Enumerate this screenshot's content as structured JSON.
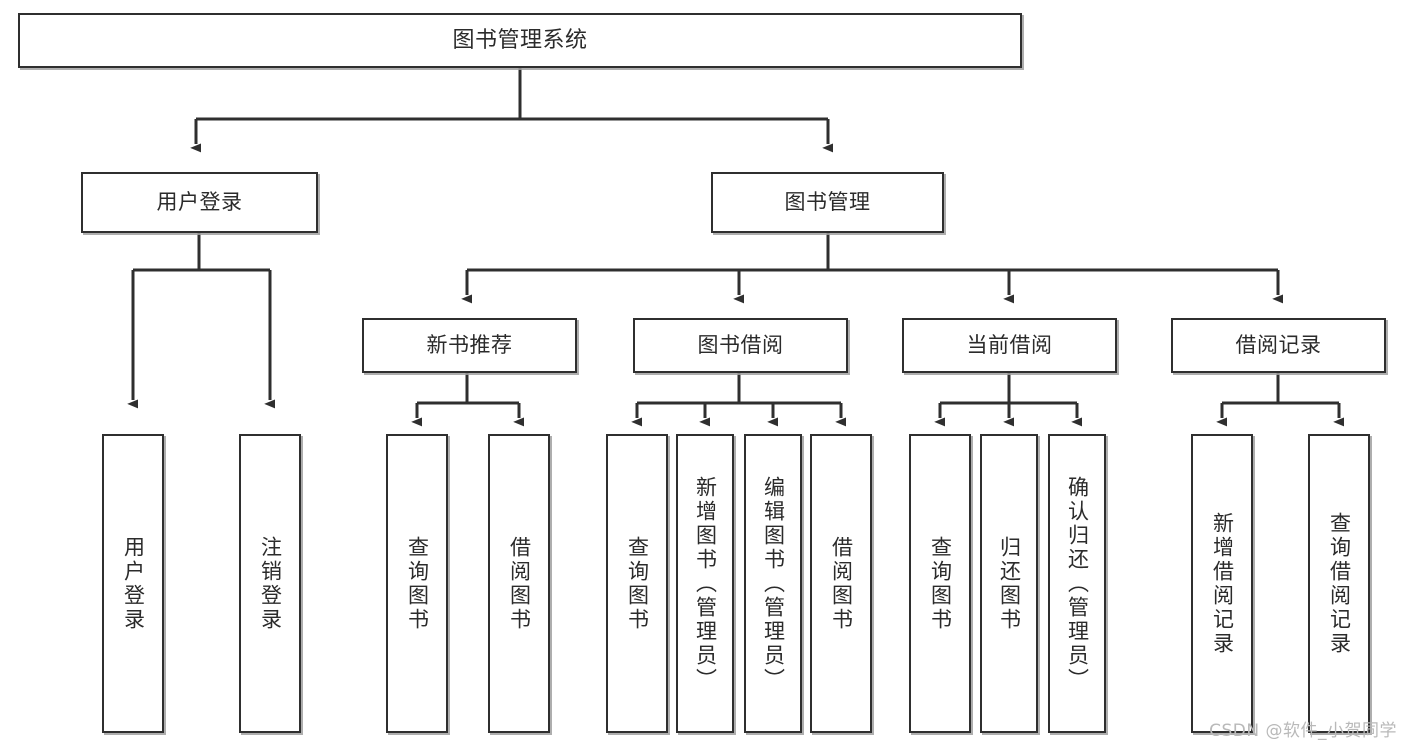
{
  "diagram": {
    "title": "图书管理系统",
    "type": "tree",
    "watermark": "CSDN @软件_小贺同学",
    "colors": {
      "background": "#ffffff",
      "box_border": "#2f2f2f",
      "box_fill": "#ffffff",
      "connector": "#2f2f2f",
      "text": "#2b2b2b",
      "watermark": "#b9b9b9"
    },
    "root": {
      "id": "root",
      "label": "图书管理系统"
    },
    "level2": [
      {
        "id": "user-login",
        "label": "用户登录"
      },
      {
        "id": "book-manage",
        "label": "图书管理"
      }
    ],
    "level3": [
      {
        "id": "new-book-rec",
        "label": "新书推荐",
        "parent": "book-manage"
      },
      {
        "id": "book-borrow",
        "label": "图书借阅",
        "parent": "book-manage"
      },
      {
        "id": "current-borrow",
        "label": "当前借阅",
        "parent": "book-manage"
      },
      {
        "id": "borrow-record",
        "label": "借阅记录",
        "parent": "book-manage"
      }
    ],
    "leaves": [
      {
        "id": "leaf-user-login",
        "label": "用户登录",
        "parent": "user-login"
      },
      {
        "id": "leaf-user-logout",
        "label": "注销登录",
        "parent": "user-login"
      },
      {
        "id": "leaf-query-book-1",
        "label": "查询图书",
        "parent": "new-book-rec"
      },
      {
        "id": "leaf-borrow-book-1",
        "label": "借阅图书",
        "parent": "new-book-rec"
      },
      {
        "id": "leaf-query-book-2",
        "label": "查询图书",
        "parent": "book-borrow"
      },
      {
        "id": "leaf-add-book",
        "label": "新增图书（管理员）",
        "parent": "book-borrow"
      },
      {
        "id": "leaf-edit-book",
        "label": "编辑图书（管理员）",
        "parent": "book-borrow"
      },
      {
        "id": "leaf-borrow-book-2",
        "label": "借阅图书",
        "parent": "book-borrow"
      },
      {
        "id": "leaf-query-book-3",
        "label": "查询图书",
        "parent": "current-borrow"
      },
      {
        "id": "leaf-return-book",
        "label": "归还图书",
        "parent": "current-borrow"
      },
      {
        "id": "leaf-confirm-return",
        "label": "确认归还（管理员）",
        "parent": "current-borrow"
      },
      {
        "id": "leaf-add-record",
        "label": "新增借阅记录",
        "parent": "borrow-record"
      },
      {
        "id": "leaf-query-record",
        "label": "查询借阅记录",
        "parent": "borrow-record"
      }
    ]
  }
}
